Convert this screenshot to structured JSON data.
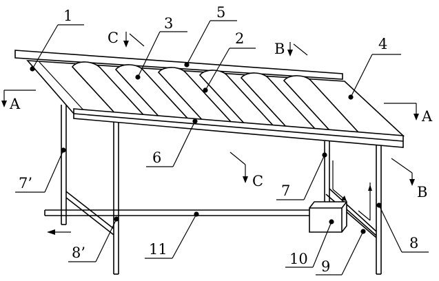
{
  "figure": {
    "part_labels": {
      "p1": "1",
      "p2": "2",
      "p3": "3",
      "p4": "4",
      "p5": "5",
      "p6": "6",
      "p7": "7",
      "p7_prime": "7’",
      "p8": "8",
      "p8_prime": "8’",
      "p9": "9",
      "p10": "10",
      "p11": "11"
    },
    "section_labels": {
      "a_left": "A",
      "a_right": "A",
      "b_top": "B",
      "b_right": "B",
      "c_top": "C",
      "c_mid": "C"
    }
  }
}
